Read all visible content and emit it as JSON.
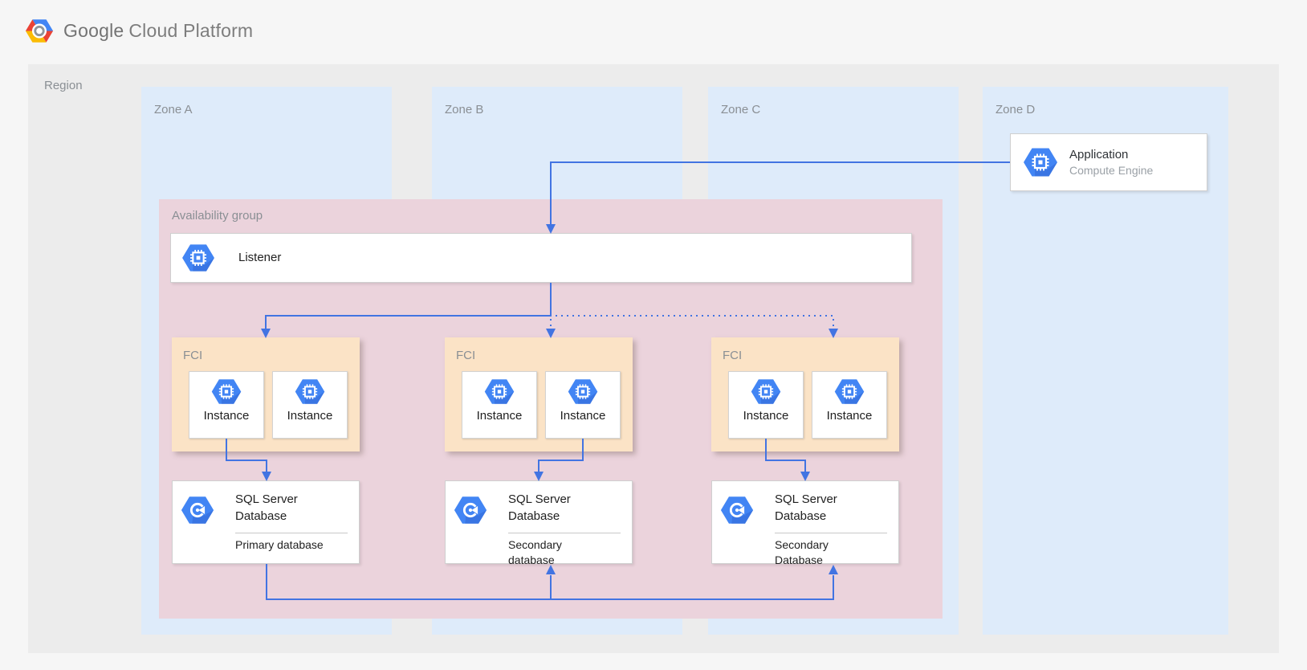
{
  "brand": {
    "name_primary": "Google",
    "name_secondary": "Cloud Platform"
  },
  "region": {
    "label": "Region"
  },
  "zones": [
    {
      "label": "Zone A"
    },
    {
      "label": "Zone B"
    },
    {
      "label": "Zone C"
    },
    {
      "label": "Zone D"
    }
  ],
  "application": {
    "title": "Application",
    "subtitle": "Compute Engine"
  },
  "availability_group": {
    "label": "Availability group",
    "listener": {
      "label": "Listener"
    },
    "fci_groups": [
      {
        "label": "FCI",
        "instances": [
          "Instance",
          "Instance"
        ]
      },
      {
        "label": "FCI",
        "instances": [
          "Instance",
          "Instance"
        ]
      },
      {
        "label": "FCI",
        "instances": [
          "Instance",
          "Instance"
        ]
      }
    ],
    "databases": [
      {
        "title": [
          "SQL Server",
          "Database"
        ],
        "role": [
          "Primary database"
        ]
      },
      {
        "title": [
          "SQL Server",
          "Database"
        ],
        "role": [
          "Secondary",
          "database"
        ]
      },
      {
        "title": [
          "SQL Server",
          "Database"
        ],
        "role": [
          "Secondary",
          "Database"
        ]
      }
    ]
  },
  "icons": {
    "logo": "gcp-hexagon-logo",
    "compute_engine": "blue-hexagon-chip",
    "sql_server": "blue-hexagon-ring-arrow"
  },
  "colors": {
    "page_bg": "#f6f6f6",
    "region_fill": "#ececec",
    "zone_fill": "#deebfa",
    "availability_group_fill": "#ebd3dc",
    "fci_fill": "#fbe3c6",
    "arrow_blue": "#4274e2",
    "icon_blue": "#4285f4",
    "icon_shadow_blue": "#3367d6",
    "label_gray": "#8a8f94",
    "logo_red": "#ea4335",
    "logo_blue": "#4285f4",
    "logo_yellow": "#fbbc05"
  }
}
